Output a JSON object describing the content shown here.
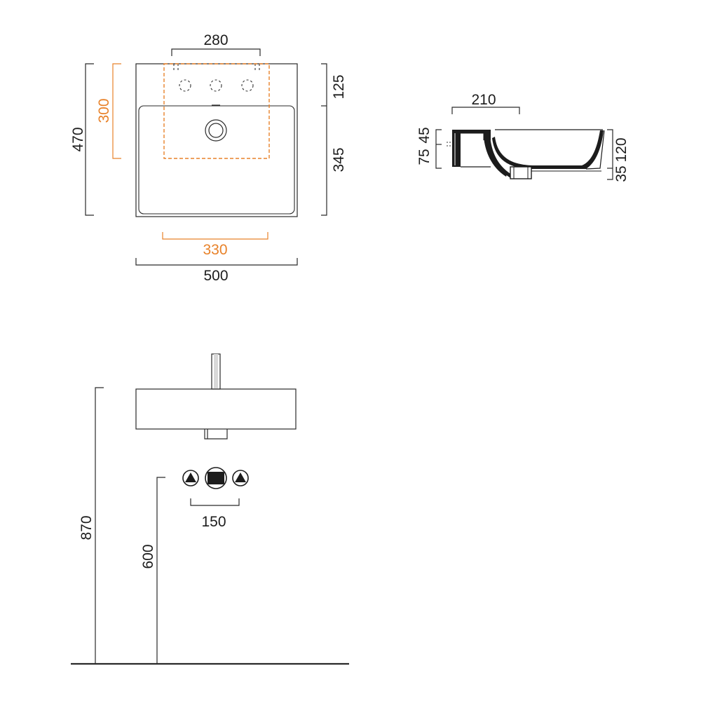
{
  "top_view": {
    "dim_width": "500",
    "dim_depth": "470",
    "dim_tap_spread": "280",
    "dim_rear_deck": "125",
    "dim_basin_depth": "345",
    "dim_bracket_height": "300",
    "dim_bracket_width": "330"
  },
  "side_view": {
    "dim_overflow_dist": "210",
    "dim_overflow_height": "45",
    "dim_outlet_height": "75",
    "dim_total_height": "120",
    "dim_outlet_drop": "35"
  },
  "front_view": {
    "dim_rim_height": "870",
    "dim_pipe_height": "600",
    "dim_pipe_spacing": "150"
  },
  "colors": {
    "line": "#2a2a2a",
    "accent": "#e8822a",
    "fill": "#1c1c1c"
  }
}
